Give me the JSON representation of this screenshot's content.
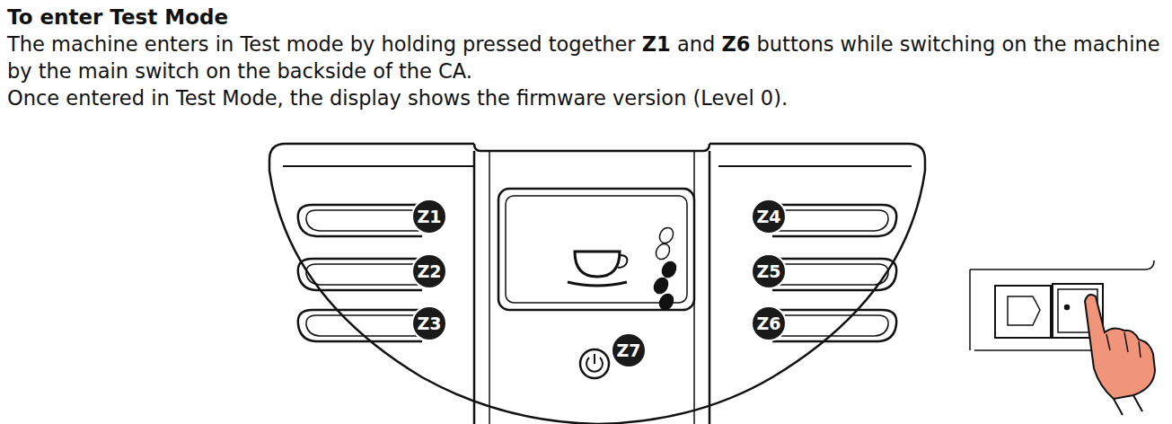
{
  "diagram": {
    "title": "To enter Test Mode",
    "nodes": [
      {
        "text": [
          "Z1"
        ]
      },
      {
        "text": [
          "Z2"
        ]
      },
      {
        "text": [
          "Z3"
        ]
      },
      {
        "text": [
          "Z4"
        ]
      },
      {
        "text": [
          "Z5"
        ]
      },
      {
        "text": [
          "Z6"
        ]
      },
      {
        "text": [
          "Z7"
        ]
      }
    ],
    "labels": [
      "The machine enters in Test mode by holding pressed together",
      "Z1",
      "and",
      "Z6",
      "buttons while switching on the machine by the main switch on the backside of the CA.",
      "Once entered in Test Mode, the display shows the firmware version (Level 0)."
    ]
  }
}
